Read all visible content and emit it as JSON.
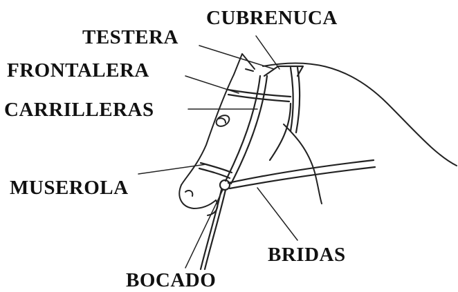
{
  "labels": {
    "cubrenuca": "CUBRENUCA",
    "testera": "TESTERA",
    "frontalera": "FRONTALERA",
    "carrilleras": "CARRILLERAS",
    "muserola": "MUSEROLA",
    "bridas": "BRIDAS",
    "bocado": "BOCADO"
  },
  "colors": {
    "ink": "#111111",
    "paper": "#ffffff"
  }
}
